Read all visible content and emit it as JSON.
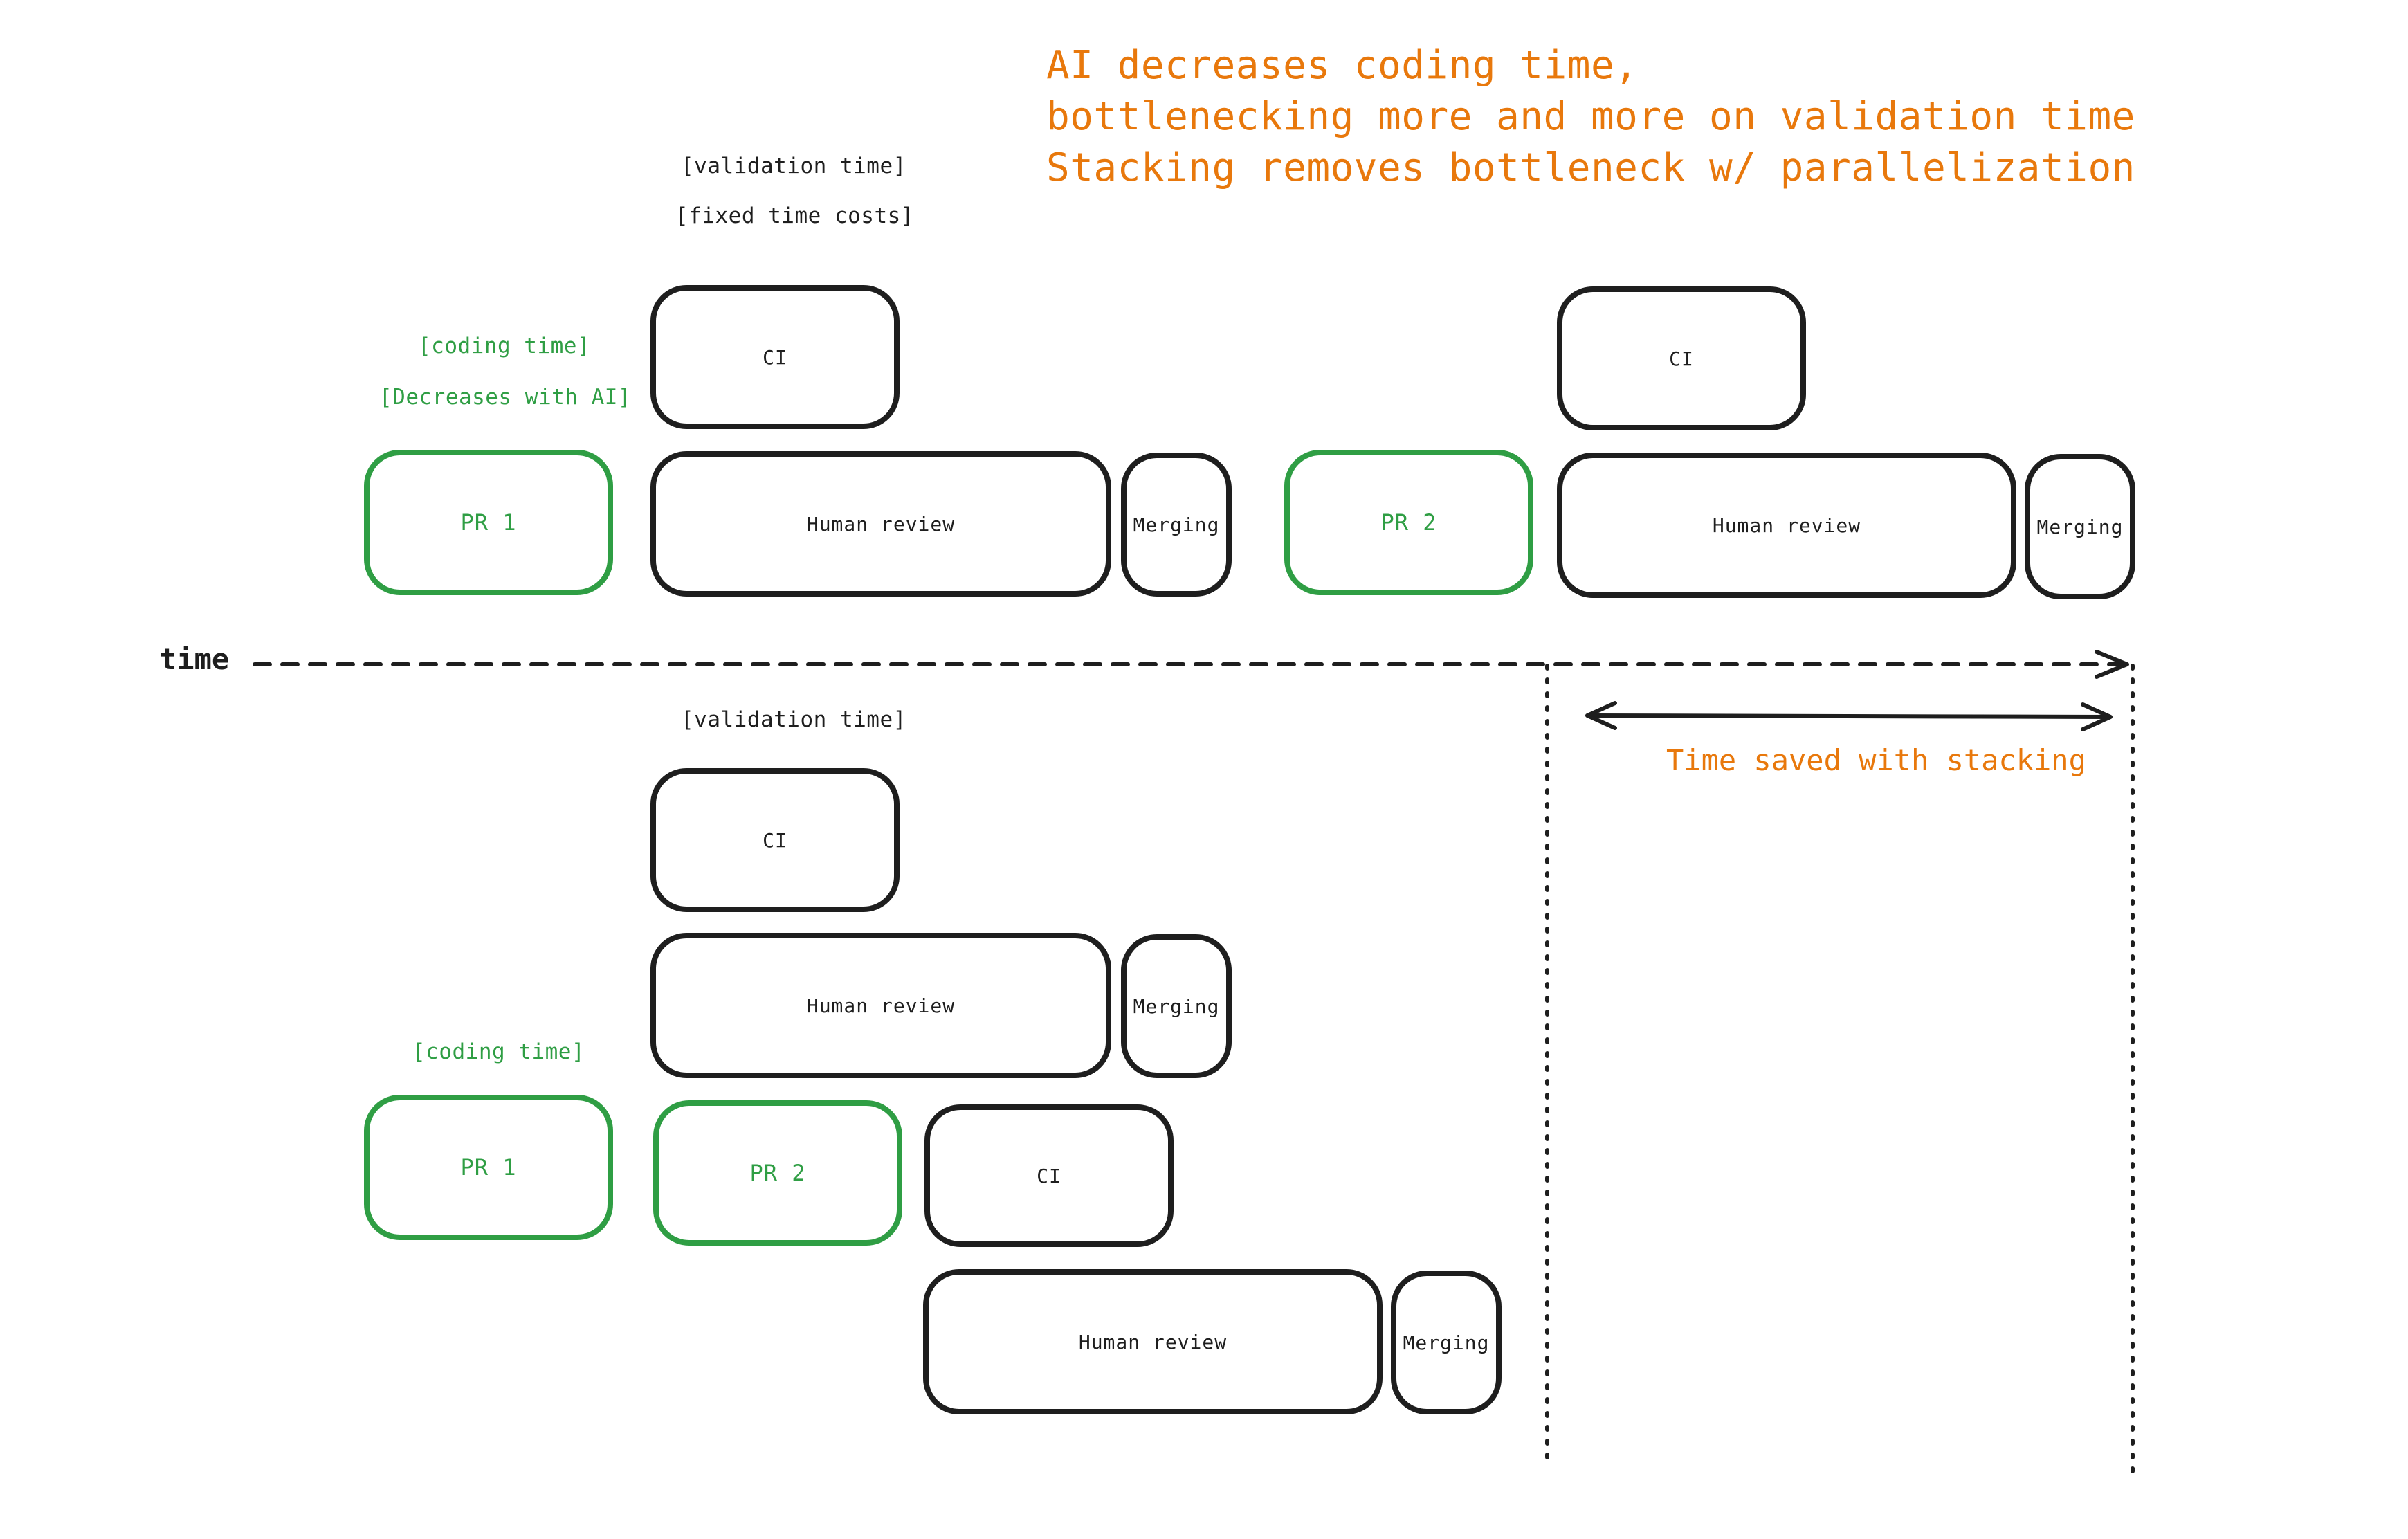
{
  "headline": {
    "line1": "AI decreases coding time,",
    "line2": "bottlenecking more and more on validation time",
    "line3": "Stacking removes bottleneck w/ parallelization"
  },
  "top_section": {
    "validation_note": "[validation time]",
    "fixed_cost_note": "[fixed time costs]",
    "coding_note": "[coding time]",
    "decreases_note": "[Decreases with AI]",
    "pr1": "PR 1",
    "ci_1": "CI",
    "review_1": "Human review",
    "merging_1": "Merging",
    "pr2": "PR 2",
    "ci_2": "CI",
    "review_2": "Human review",
    "merging_2": "Merging"
  },
  "timeline": {
    "label": "time",
    "saved_label": "Time saved with stacking"
  },
  "bottom_section": {
    "validation_note": "[validation time]",
    "coding_note": "[coding time]",
    "ci_1": "CI",
    "review_1": "Human review",
    "merging_1": "Merging",
    "pr1": "PR 1",
    "pr2": "PR 2",
    "ci_2": "CI",
    "review_2": "Human review",
    "merging_2": "Merging"
  },
  "colors": {
    "stroke": "#1e1e1e",
    "coding": "#2f9e44",
    "highlight": "#e8780c"
  }
}
